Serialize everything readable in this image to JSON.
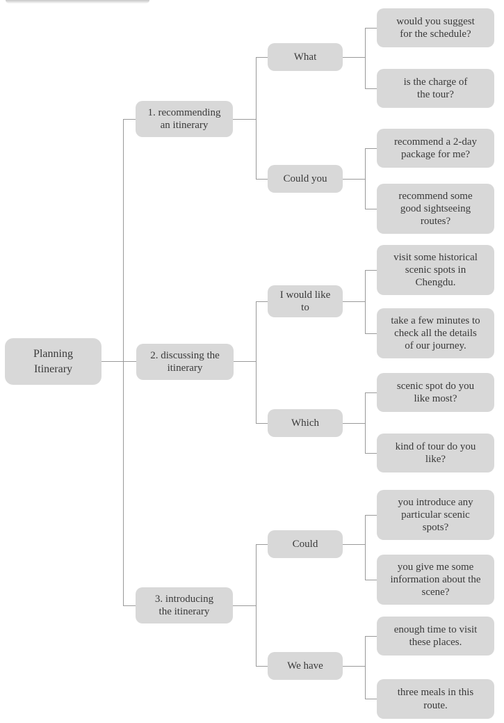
{
  "colors": {
    "box_fill": "#d8d8d8",
    "box_text": "#3a3a3a",
    "connector": "#999999",
    "background": "#ffffff"
  },
  "tree": {
    "root": {
      "label": "Planning\nItinerary"
    },
    "branches": [
      {
        "label": "1. recommending\nan itinerary",
        "groups": [
          {
            "label": "What",
            "leaves": [
              "would you suggest\nfor the schedule?",
              "is the charge of\nthe tour?"
            ]
          },
          {
            "label": "Could you",
            "leaves": [
              "recommend a 2-day\npackage for me?",
              "recommend some\ngood sightseeing\nroutes?"
            ]
          }
        ]
      },
      {
        "label": "2. discussing the\nitinerary",
        "groups": [
          {
            "label": "I would like\nto",
            "leaves": [
              "visit some historical\nscenic spots in\nChengdu.",
              "take a few minutes to\ncheck all the details\nof our journey."
            ]
          },
          {
            "label": "Which",
            "leaves": [
              "scenic spot do you\nlike most?",
              "kind of tour do you\nlike?"
            ]
          }
        ]
      },
      {
        "label": "3. introducing\nthe itinerary",
        "groups": [
          {
            "label": "Could",
            "leaves": [
              "you introduce any\nparticular scenic\nspots?",
              "you give me some\ninformation about the\nscene?"
            ]
          },
          {
            "label": "We have",
            "leaves": [
              "enough time to visit\nthese places.",
              "three meals in this\nroute."
            ]
          }
        ]
      }
    ]
  }
}
